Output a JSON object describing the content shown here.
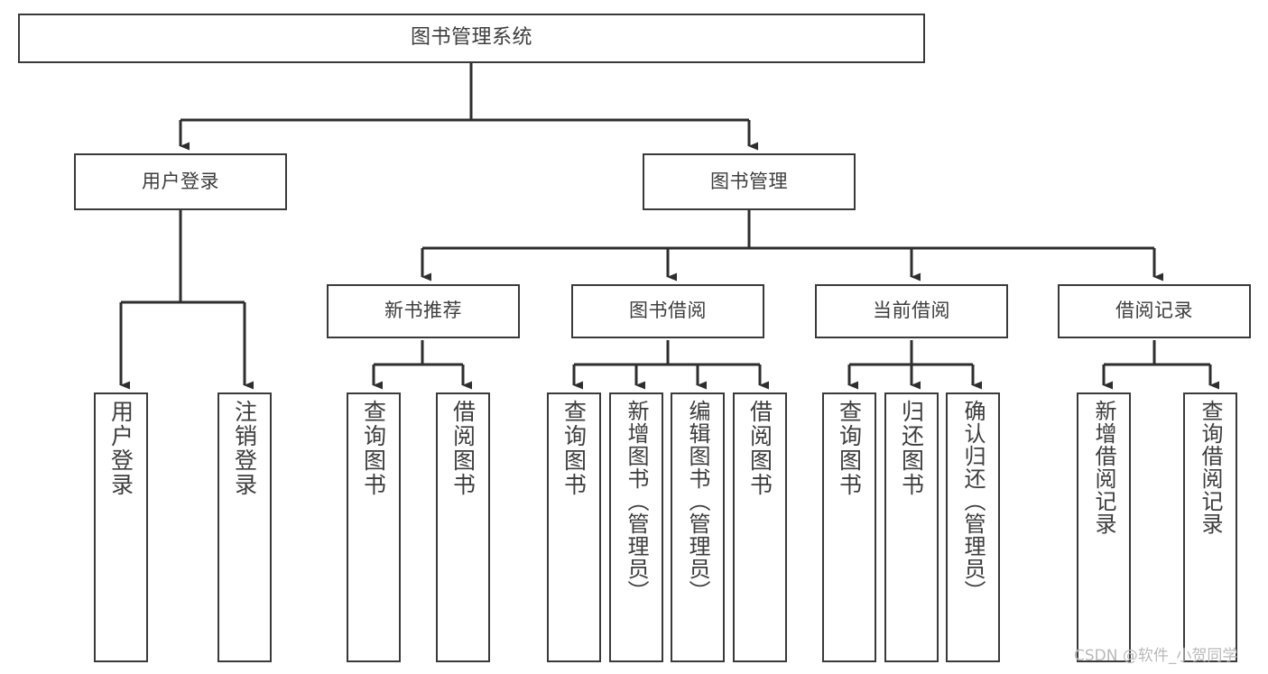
{
  "diagram": {
    "title": "图书管理系统",
    "watermark": "CSDN @软件_小贺同学",
    "colors": {
      "border": "#3a3a3a",
      "text": "#3d3d3d",
      "background": "#ffffff",
      "connector": "#2e2e2e",
      "watermark": "#b9b9b9"
    },
    "root": {
      "label": "图书管理系统"
    },
    "level2": [
      {
        "label": "用户登录"
      },
      {
        "label": "图书管理"
      }
    ],
    "level3": [
      {
        "label": "新书推荐"
      },
      {
        "label": "图书借阅"
      },
      {
        "label": "当前借阅"
      },
      {
        "label": "借阅记录"
      }
    ],
    "leaves": {
      "user_login": [
        {
          "label": "用户登录"
        },
        {
          "label": "注销登录"
        }
      ],
      "new_book": [
        {
          "label": "查询图书"
        },
        {
          "label": "借阅图书"
        }
      ],
      "book_borrow": [
        {
          "label": "查询图书"
        },
        {
          "label": "新增图书（管理员）"
        },
        {
          "label": "编辑图书（管理员）"
        },
        {
          "label": "借阅图书"
        }
      ],
      "current_borrow": [
        {
          "label": "查询图书"
        },
        {
          "label": "归还图书"
        },
        {
          "label": "确认归还（管理员）"
        }
      ],
      "borrow_record": [
        {
          "label": "新增借阅记录"
        },
        {
          "label": "查询借阅记录"
        }
      ]
    }
  }
}
